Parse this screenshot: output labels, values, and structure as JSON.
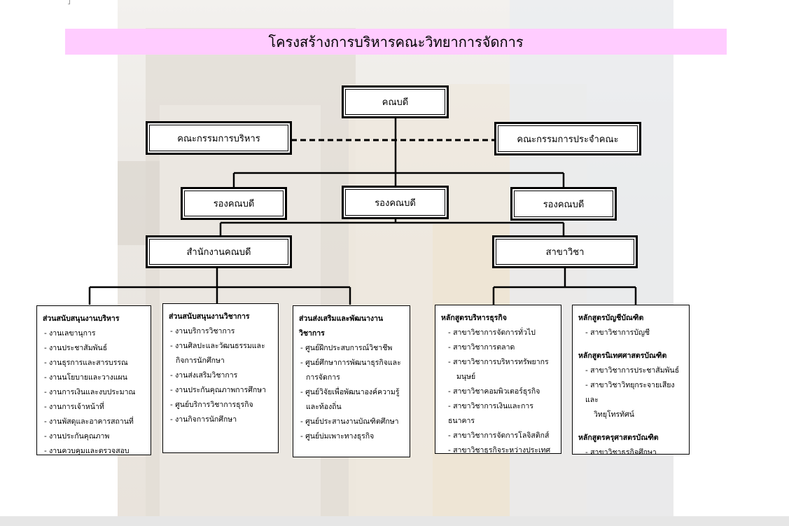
{
  "title": "โครงสร้างการบริหารคณะวิทยาการจัดการ",
  "colors": {
    "title_bg": "#ffccff",
    "line": "#000000"
  },
  "dean": "คณบดี",
  "exec_committee": "คณะกรรมการบริหาร",
  "faculty_committee": "คณะกรรมการประจำคณะ",
  "associate_deans": [
    "รองคณบดี",
    "รองคณบดี",
    "รองคณบดี"
  ],
  "dean_office": "สำนักงานคณบดี",
  "departments": "สาขาวิชา",
  "admin_support": {
    "heading": "ส่วนสนับสนุนงานบริหาร",
    "items": [
      "- งานเลขานุการ",
      "- งานประชาสัมพันธ์",
      "- งานธุรการและสารบรรณ",
      "- งานนโยบายและวางแผน",
      "- งานการเงินและงบประมาณ",
      "- งานการเจ้าหน้าที่",
      "- งานพัสดุและอาคารสถานที่",
      "- งานประกันคุณภาพ",
      "- งานควบคุมและตรวจสอบภายใน"
    ]
  },
  "academic_support": {
    "heading": "ส่วนสนับสนุนงานวิชาการ",
    "items": [
      "- งานบริการวิชาการ",
      "- งานศิลปะและวัฒนธรรมและ",
      "กิจการนักศึกษา",
      "- งานส่งเสริมวิชาการ",
      "- งานประกันคุณภาพการศึกษา",
      "- ศูนย์บริการวิชาการธุรกิจ",
      "- งานกิจการนักศึกษา"
    ]
  },
  "promotion": {
    "heading_line1": "ส่วนส่งเสริมและพัฒนางาน",
    "heading_line2": "วิชาการ",
    "items": [
      "- ศูนย์ฝึกประสบการณ์วิชาชีพ",
      "- ศูนย์ศึกษาการพัฒนาธุรกิจและ",
      "การจัดการ",
      "- ศูนย์วิจัยเพื่อพัฒนาองค์ความรู้",
      "และท้องถิ่น",
      "- ศูนย์ประสานงานบัณฑิตศึกษา",
      "- ศูนย์บ่มเพาะทางธุรกิจ"
    ]
  },
  "business_admin": {
    "heading": "หลักสูตรบริหารธุรกิจ",
    "items": [
      "- สาขาวิชาการจัดการทั่วไป",
      "- สาขาวิชาการตลาด",
      "- สาขาวิชาการบริหารทรัพยากร",
      "มนุษย์",
      "- สาขาวิชาคอมพิวเตอร์ธุรกิจ",
      "- สาขาวิชาการเงินและการธนาคาร",
      "- สาขาวิชาการจัดการโลจิสติกส์",
      "- สาขาวิชาธุรกิจระหว่างประเทศ"
    ]
  },
  "other_programs": [
    {
      "heading": "หลักสูตรบัญชีบัณฑิต",
      "items": [
        "- สาขาวิชาการบัญชี"
      ]
    },
    {
      "heading": "หลักสูตรนิเทศศาสตรบัณฑิต",
      "items": [
        "- สาขาวิชาการประชาสัมพันธ์",
        "- สาขาวิชาวิทยุกระจายเสียงและ",
        "วิทยุโทรทัศน์"
      ]
    },
    {
      "heading": "หลักสูตรครุศาสตรบัณฑิต",
      "items": [
        "- สาขาวิชาธุรกิจศึกษา"
      ]
    }
  ]
}
